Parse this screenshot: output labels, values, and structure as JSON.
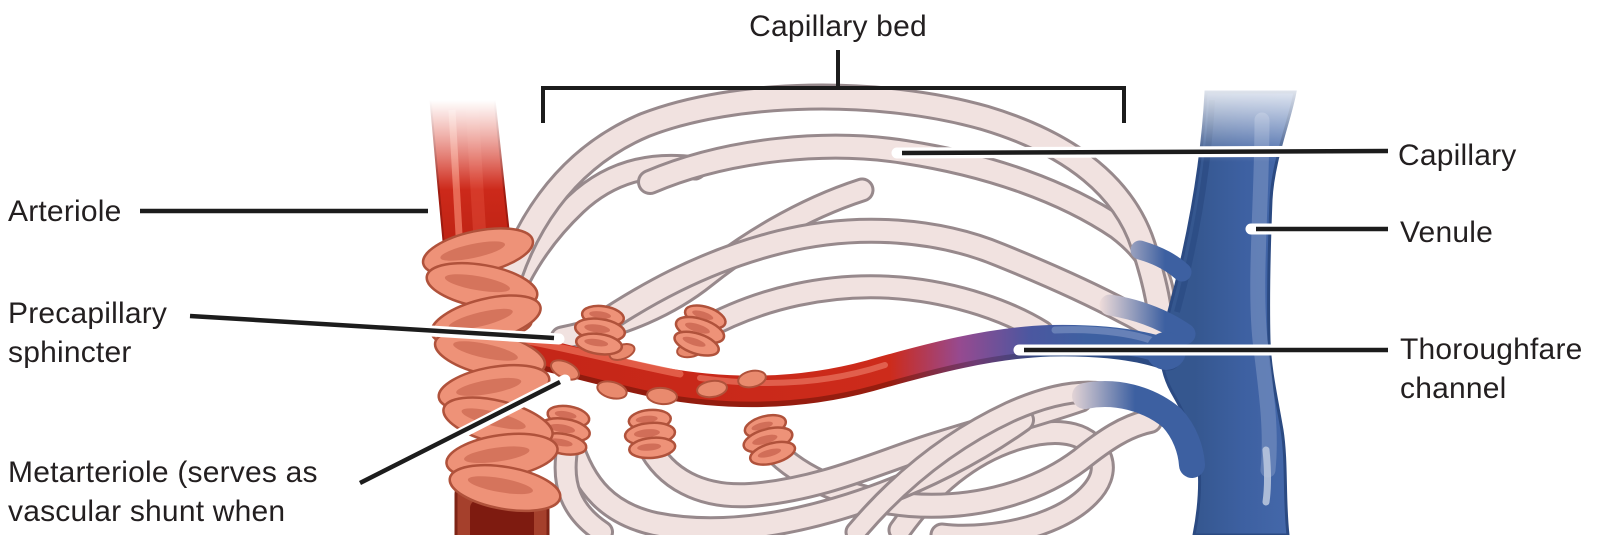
{
  "diagram": {
    "title": "Capillary bed",
    "labels": {
      "arteriole": "Arteriole",
      "precapillary_sphincter_line1": "Precapillary",
      "precapillary_sphincter_line2": "sphincter",
      "metarteriole_line1": "Metarteriole (serves as",
      "metarteriole_line2": "vascular shunt when",
      "capillary": "Capillary",
      "venule": "Venule",
      "thoroughfare_line1": "Thoroughfare",
      "thoroughfare_line2": "channel"
    },
    "colors": {
      "background": "#ffffff",
      "arteriole_red": "#cf2a1b",
      "arteriole_dark_red": "#8e1a0e",
      "metarteriole_purple": "#964a90",
      "venule_blue": "#3d60a1",
      "venule_dark_blue": "#2b4a82",
      "capillary_pink": "#f1e2e0",
      "capillary_outline": "#97898c",
      "muscle_salmon": "#ee9278",
      "muscle_outline": "#b0523b",
      "leader_line": "#1c1c1c",
      "text": "#231f20"
    }
  }
}
